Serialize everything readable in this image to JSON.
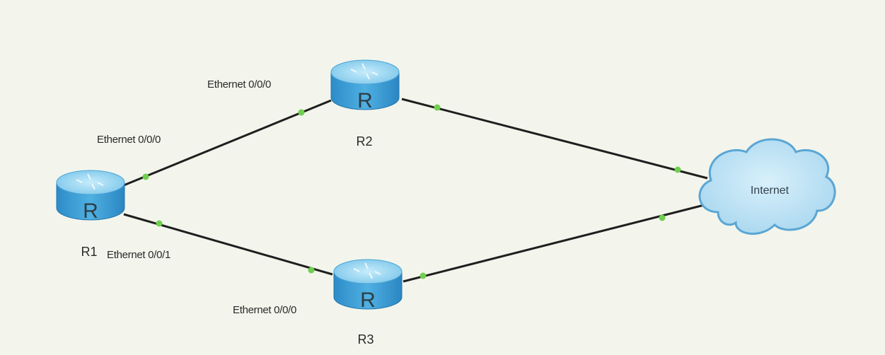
{
  "diagram": {
    "colors": {
      "background": "#f3f5ec",
      "link": "#1f1f1f",
      "port_dot": "#6fcf4f",
      "router_body": "#3b9fd6",
      "router_top": "#8fd0f0",
      "cloud_fill": "#b9e0f2",
      "cloud_edge": "#5aa6d4"
    },
    "routers": [
      {
        "id": "r1",
        "label": "R1",
        "icon": "router-icon",
        "glyph": "R"
      },
      {
        "id": "r2",
        "label": "R2",
        "icon": "router-icon",
        "glyph": "R"
      },
      {
        "id": "r3",
        "label": "R3",
        "icon": "router-icon",
        "glyph": "R"
      }
    ],
    "cloud": {
      "id": "internet",
      "label": "Internet",
      "icon": "cloud-icon"
    },
    "links": [
      {
        "from": "r1",
        "to": "r2",
        "from_port": "Ethernet 0/0/0",
        "to_port": "Ethernet 0/0/0"
      },
      {
        "from": "r1",
        "to": "r3",
        "from_port": "Ethernet 0/0/1",
        "to_port": "Ethernet 0/0/0"
      },
      {
        "from": "r2",
        "to": "internet"
      },
      {
        "from": "r3",
        "to": "internet"
      }
    ]
  }
}
